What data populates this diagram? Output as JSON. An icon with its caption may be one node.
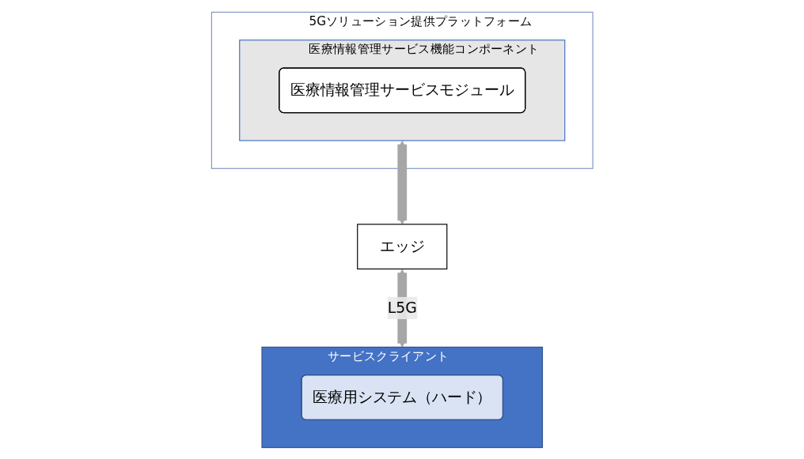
{
  "diagram": {
    "nodes": [
      {
        "text": [
          "5Gソリューション提供プラットフォーム"
        ]
      },
      {
        "text": [
          "医療情報管理サービス機能コンポーネント"
        ],
        "in": 0
      },
      {
        "text": [
          "医療情報管理サービスモジュール"
        ],
        "in": 1
      },
      {
        "text": [
          "エッジ"
        ]
      },
      {
        "text": [
          "サービスクライアント"
        ]
      },
      {
        "text": [
          "医療用システム（ハード）"
        ],
        "in": 4
      }
    ],
    "edges": [
      {
        "from": 1,
        "to": 3,
        "arrow": "both"
      },
      {
        "from": 3,
        "to": 4,
        "label": "L5G",
        "arrow": "both"
      }
    ]
  }
}
